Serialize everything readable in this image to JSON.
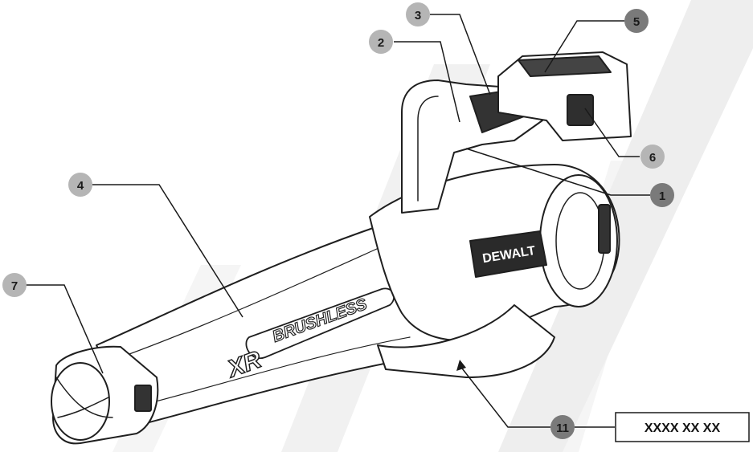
{
  "brand": "DEWALT",
  "product_mark": {
    "xr": "XR",
    "word": "BRUSHLESS"
  },
  "callouts": [
    {
      "number": "1"
    },
    {
      "number": "2"
    },
    {
      "number": "3"
    },
    {
      "number": "4"
    },
    {
      "number": "5"
    },
    {
      "number": "6"
    },
    {
      "number": "7"
    },
    {
      "number": "11"
    }
  ],
  "date_code_box": {
    "text": "XXXX XX XX"
  },
  "colors": {
    "callout_dark": "#7a7a7a",
    "callout_light": "#b5b5b5",
    "outline": "#1f1f1f",
    "watermark": "#e9e9e9"
  }
}
